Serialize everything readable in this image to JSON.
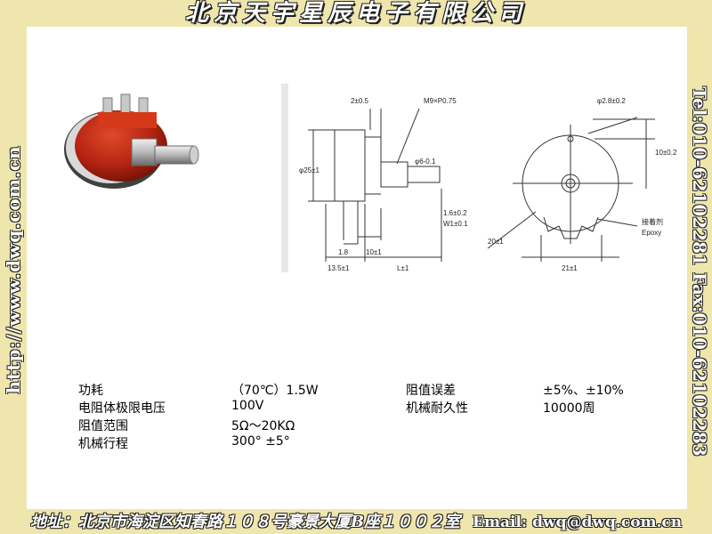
{
  "header": {
    "company": "北京天宇星辰电子有限公司"
  },
  "left_side": {
    "url": "http://www.dwq.com.cn"
  },
  "right_side": {
    "contact": "Tel:010-62102281   Fax:010-62102283"
  },
  "drawing": {
    "dim_2": "2±0.5",
    "dim_thread": "M9×P0.75",
    "dim_hole": "φ2.8±0.2",
    "dim_10v": "10±0.2",
    "dim_25": "φ25±1",
    "dim_6": "φ6-0.1",
    "dim_16": "1.6±0.2",
    "dim_w1": "W1±0.1",
    "dim_20": "20±1",
    "dim_18": "1.8",
    "dim_10h": "10±1",
    "dim_135": "13.5±1",
    "dim_l": "L±1",
    "dim_21": "21±1",
    "label_cn": "接着剂",
    "label_en": "Epoxy"
  },
  "specs": {
    "power_label": "功耗",
    "power_value": "（70℃）1.5W",
    "voltage_label": "电阻体极限电压",
    "voltage_value": "100V",
    "range_label": "阻值范围",
    "range_value": "5Ω～20KΩ",
    "travel_label": "机械行程",
    "travel_value": "300°  ±5°",
    "tolerance_label": "阻值误差",
    "tolerance_value": "±5%、±10%",
    "durability_label": "机械耐久性",
    "durability_value": "10000周"
  },
  "footer": {
    "address": "地址：北京市海淀区知春路１０８号豪景大厦B座１００２室",
    "email": "Email: dwq@dwq.com.cn"
  }
}
